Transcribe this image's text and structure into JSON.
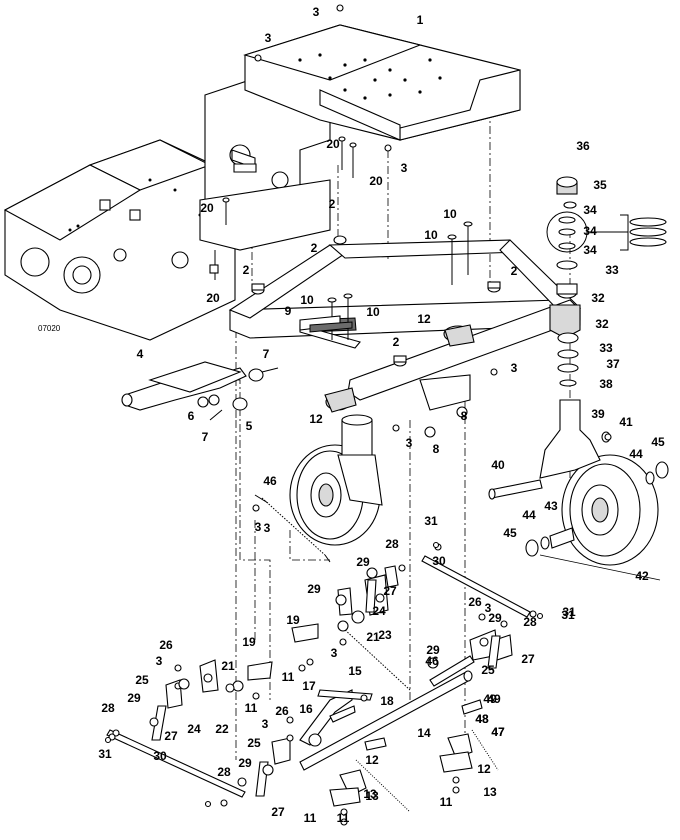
{
  "figure_id": "07020",
  "callouts": [
    {
      "label": "1"
    },
    {
      "label": "2"
    },
    {
      "label": "2"
    },
    {
      "label": "2"
    },
    {
      "label": "2"
    },
    {
      "label": "2"
    },
    {
      "label": "3"
    },
    {
      "label": "3"
    },
    {
      "label": "3"
    },
    {
      "label": "3"
    },
    {
      "label": "3"
    },
    {
      "label": "3"
    },
    {
      "label": "4"
    },
    {
      "label": "5"
    },
    {
      "label": "6"
    },
    {
      "label": "7"
    },
    {
      "label": "7"
    },
    {
      "label": "8"
    },
    {
      "label": "8"
    },
    {
      "label": "9"
    },
    {
      "label": "10"
    },
    {
      "label": "10"
    },
    {
      "label": "10"
    },
    {
      "label": "10"
    },
    {
      "label": "12"
    },
    {
      "label": "12"
    },
    {
      "label": "20"
    },
    {
      "label": "20"
    },
    {
      "label": "20"
    },
    {
      "label": "20"
    },
    {
      "label": "32"
    },
    {
      "label": "32"
    },
    {
      "label": "33"
    },
    {
      "label": "33"
    },
    {
      "label": "34"
    },
    {
      "label": "34"
    },
    {
      "label": "34"
    },
    {
      "label": "35"
    },
    {
      "label": "36"
    },
    {
      "label": "37"
    },
    {
      "label": "38"
    },
    {
      "label": "39"
    },
    {
      "label": "40"
    },
    {
      "label": "41"
    },
    {
      "label": "42"
    },
    {
      "label": "43"
    },
    {
      "label": "44"
    },
    {
      "label": "44"
    },
    {
      "label": "45"
    },
    {
      "label": "45"
    },
    {
      "label": "46"
    },
    {
      "label": "46"
    },
    {
      "label": "3"
    },
    {
      "label": "31"
    },
    {
      "label": "30"
    },
    {
      "label": "31"
    },
    {
      "label": "28"
    },
    {
      "label": "29"
    },
    {
      "label": "27"
    },
    {
      "label": "29"
    },
    {
      "label": "24"
    },
    {
      "label": "21"
    },
    {
      "label": "23"
    },
    {
      "label": "26"
    },
    {
      "label": "3"
    },
    {
      "label": "29"
    },
    {
      "label": "28"
    },
    {
      "label": "27"
    },
    {
      "label": "25"
    },
    {
      "label": "29"
    },
    {
      "label": "19"
    },
    {
      "label": "19"
    },
    {
      "label": "11"
    },
    {
      "label": "3"
    },
    {
      "label": "15"
    },
    {
      "label": "17"
    },
    {
      "label": "18"
    },
    {
      "label": "16"
    },
    {
      "label": "14"
    },
    {
      "label": "49"
    },
    {
      "label": "48"
    },
    {
      "label": "47"
    },
    {
      "label": "12"
    },
    {
      "label": "11"
    },
    {
      "label": "13"
    },
    {
      "label": "26"
    },
    {
      "label": "3"
    },
    {
      "label": "25"
    },
    {
      "label": "29"
    },
    {
      "label": "28"
    },
    {
      "label": "27"
    },
    {
      "label": "21"
    },
    {
      "label": "22"
    },
    {
      "label": "24"
    },
    {
      "label": "11"
    },
    {
      "label": "31"
    },
    {
      "label": "30"
    },
    {
      "label": "3"
    },
    {
      "label": "26"
    },
    {
      "label": "25"
    },
    {
      "label": "29"
    },
    {
      "label": "28"
    },
    {
      "label": "27"
    },
    {
      "label": "31"
    },
    {
      "label": "49"
    },
    {
      "label": "48"
    },
    {
      "label": "47"
    },
    {
      "label": "12"
    },
    {
      "label": "13"
    },
    {
      "label": "11"
    },
    {
      "label": "11"
    },
    {
      "label": "13"
    }
  ]
}
